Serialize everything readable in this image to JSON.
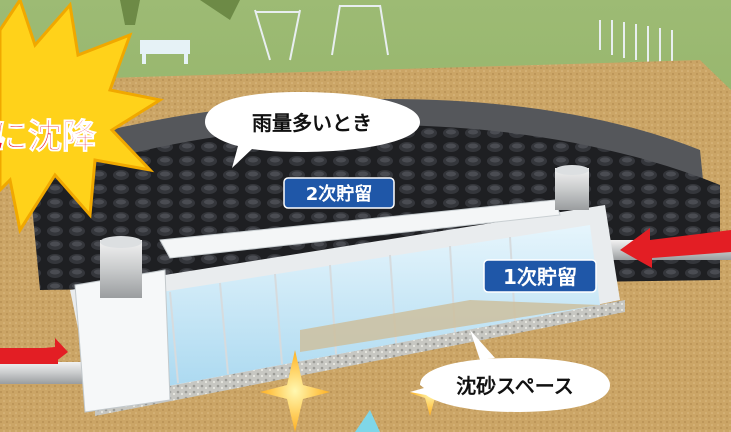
{
  "burst_text": "に沈降",
  "labels": {
    "heavy_rain": "雨量多いとき",
    "secondary_storage": "2次貯留",
    "primary_storage": "1次貯留",
    "sediment_space": "沈砂スペース"
  },
  "colors": {
    "burst_yellow": "#ffd21a",
    "burst_red": "#e8112d",
    "tag_blue": "#1f57a8",
    "arrow_red": "#e31e24",
    "grass": "#8fae62",
    "soil": "#c9a56b",
    "water": "#bfe4f6"
  }
}
